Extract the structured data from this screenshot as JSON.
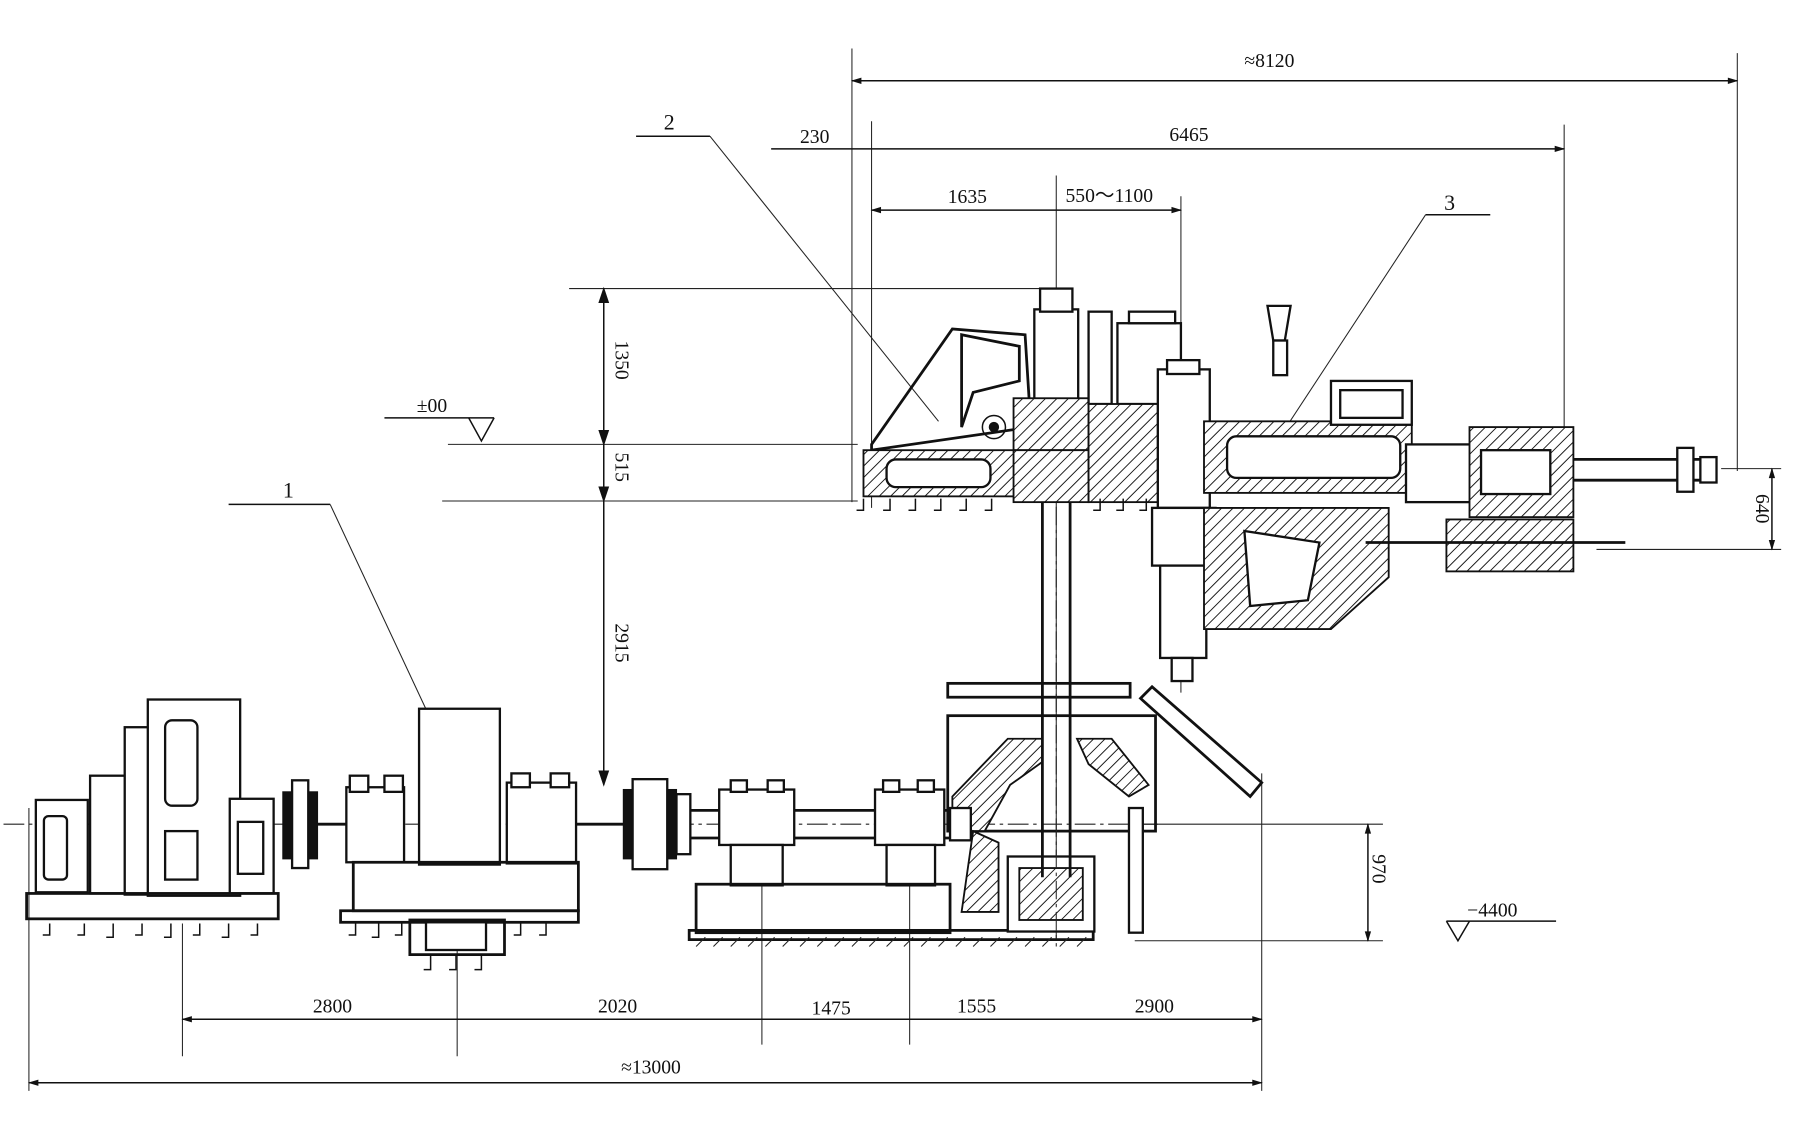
{
  "dimensions": {
    "overall_top": "≈8120",
    "offset_left": "230",
    "span_top": "6465",
    "span_left": "1635",
    "stroke_range": "550～1100",
    "height_upper": "1350",
    "height_middle": "515",
    "height_lower": "2915",
    "right_height": "640",
    "base_height": "970",
    "bottom_1": "2800",
    "bottom_2": "2020",
    "bottom_3": "1475",
    "bottom_4": "1555",
    "bottom_5": "2900",
    "overall_bottom": "≈13000"
  },
  "levels": {
    "upper": "±00",
    "lower": "−4400"
  },
  "callouts": {
    "part_1": "1",
    "part_2": "2",
    "part_3": "3"
  }
}
